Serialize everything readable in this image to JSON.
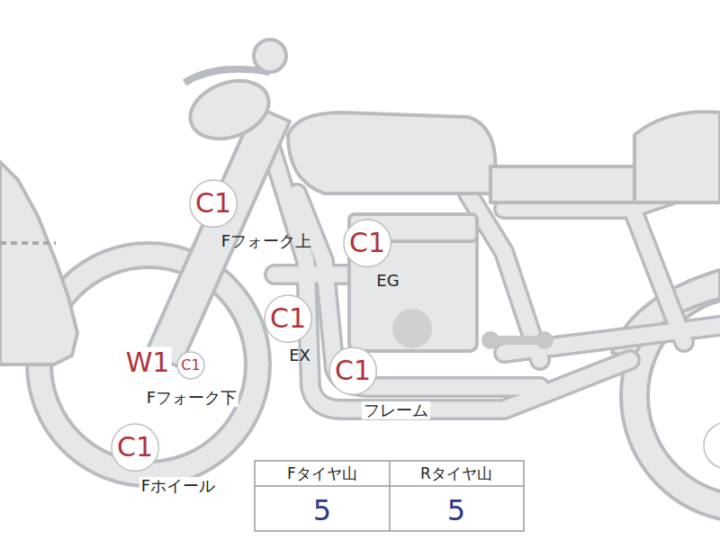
{
  "diagram": {
    "nodes": [
      {
        "text": [
          "C1"
        ]
      },
      {
        "text": [
          "C1"
        ]
      },
      {
        "text": [
          "C1"
        ]
      },
      {
        "text": [
          "C1"
        ]
      },
      {
        "text": [
          "C1"
        ]
      },
      {
        "text": [
          "C1"
        ]
      }
    ],
    "labels": [
      "Fフォーク上",
      "EG",
      "EX",
      "W1",
      "Fフォーク下",
      "フレーム",
      "Fホイール",
      "Fタイヤ山",
      "Rタイヤ山",
      "5",
      "5"
    ]
  }
}
